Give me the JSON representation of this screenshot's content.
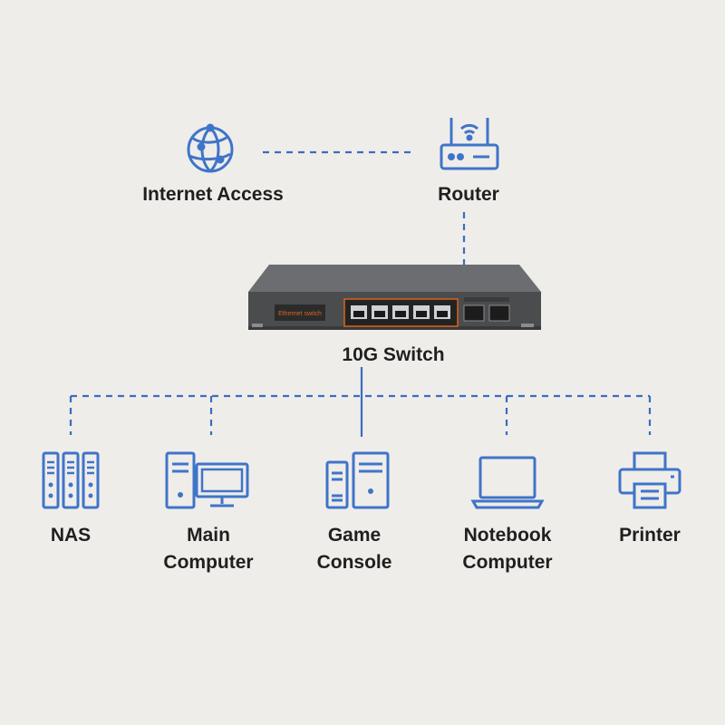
{
  "nodes": {
    "internet": {
      "label": "Internet Access",
      "icon": "globe-icon"
    },
    "router": {
      "label": "Router",
      "icon": "router-icon"
    },
    "switch": {
      "label": "10G Switch",
      "panel_text": "Ethernet switch",
      "port_count": 5,
      "sfp_count": 2
    },
    "nas": {
      "line1": "NAS",
      "icon": "nas-server-icon"
    },
    "main_computer": {
      "line1": "Main",
      "line2": "Computer",
      "icon": "desktop-computer-icon"
    },
    "game_console": {
      "line1": "Game",
      "line2": "Console",
      "icon": "game-console-icon"
    },
    "notebook": {
      "line1": "Notebook",
      "line2": "Computer",
      "icon": "laptop-icon"
    },
    "printer": {
      "line1": "Printer",
      "icon": "printer-icon"
    }
  },
  "colors": {
    "background": "#efedea",
    "line_blue": "#3b6cc0",
    "icon_blue": "#3f74c9",
    "switch_body": "#5c5e60",
    "port_accent": "#d8651d",
    "text": "#1f1f1f"
  }
}
